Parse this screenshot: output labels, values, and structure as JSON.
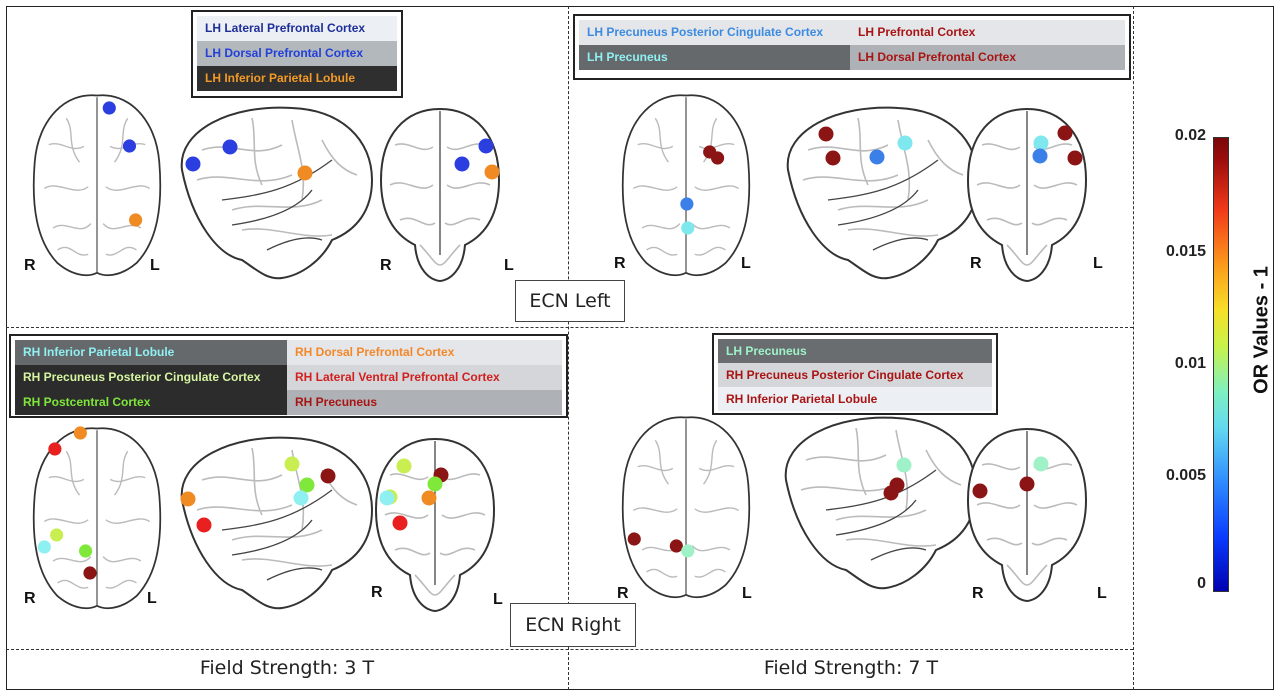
{
  "panels": {
    "ecn_left": {
      "label": "ECN Left",
      "legend_3t": [
        {
          "text": "LH Lateral Prefrontal Cortex",
          "color": "#1f2f99",
          "bg": "#eceff3"
        },
        {
          "text": "LH Dorsal Prefrontal Cortex",
          "color": "#2340d8",
          "bg": "#b3b8bd"
        },
        {
          "text": "LH Inferior Parietal Lobule",
          "color": "#f29a26",
          "bg": "#2f2f2f"
        }
      ],
      "legend_7t": [
        [
          {
            "text": "LH Precuneus Posterior Cingulate Cortex",
            "color": "#3d8be0",
            "bg": "#e4e6e9"
          },
          {
            "text": "LH Prefrontal Cortex",
            "color": "#a81414",
            "bg": "#e4e6e9"
          }
        ],
        [
          {
            "text": "LH Precuneus",
            "color": "#8ff0f2",
            "bg": "#66696c"
          },
          {
            "text": "LH Dorsal Prefrontal Cortex",
            "color": "#a81414",
            "bg": "#aeb2b6"
          }
        ]
      ]
    },
    "ecn_right": {
      "label": "ECN Right",
      "legend_3t": [
        [
          {
            "text": "RH Inferior Parietal Lobule",
            "color": "#8ff0f2",
            "bg": "#66696c"
          },
          {
            "text": "RH Dorsal Prefrontal Cortex",
            "color": "#f2882a",
            "bg": "#e4e6e9"
          }
        ],
        [
          {
            "text": "RH Precuneus Posterior Cingulate Cortex",
            "color": "#d6f5a0",
            "bg": "#2c2c2c"
          },
          {
            "text": "RH Lateral Ventral Prefrontal Cortex",
            "color": "#d21f1f",
            "bg": "#d4d6d9"
          }
        ],
        [
          {
            "text": "RH Postcentral Cortex",
            "color": "#7ee83a",
            "bg": "#2c2c2c"
          },
          {
            "text": "RH Precuneus",
            "color": "#a81414",
            "bg": "#aeb2b6"
          }
        ]
      ],
      "legend_7t": [
        {
          "text": "LH Precuneus",
          "color": "#9ff2c8",
          "bg": "#6a6d70"
        },
        {
          "text": "RH Precuneus Posterior Cingulate Cortex",
          "color": "#a81414",
          "bg": "#d4d6d9"
        },
        {
          "text": "RH Inferior Parietal Lobule",
          "color": "#a81414",
          "bg": "#eceff3"
        }
      ]
    }
  },
  "hemisphere_labels": {
    "right": "R",
    "left": "L"
  },
  "field_strength": {
    "left": "Field Strength: 3 T",
    "right": "Field Strength: 7 T"
  },
  "colorbar": {
    "title": "OR Values - 1",
    "ticks": [
      "0.02",
      "0.015",
      "0.01",
      "0.005",
      "0"
    ],
    "min": 0,
    "max": 0.02
  },
  "nodes": {
    "ecn_left_3t": [
      {
        "region": "LH Lateral Prefrontal Cortex",
        "value": 0.003
      },
      {
        "region": "LH Dorsal Prefrontal Cortex",
        "value": 0.004
      },
      {
        "region": "LH Inferior Parietal Lobule",
        "value": 0.014
      }
    ],
    "ecn_left_7t": [
      {
        "region": "LH Precuneus Posterior Cingulate Cortex",
        "value": 0.006
      },
      {
        "region": "LH Precuneus",
        "value": 0.009
      },
      {
        "region": "LH Prefrontal Cortex",
        "value": 0.019
      },
      {
        "region": "LH Dorsal Prefrontal Cortex",
        "value": 0.019
      }
    ],
    "ecn_right_3t": [
      {
        "region": "RH Inferior Parietal Lobule",
        "value": 0.009
      },
      {
        "region": "RH Dorsal Prefrontal Cortex",
        "value": 0.015
      },
      {
        "region": "RH Precuneus Posterior Cingulate Cortex",
        "value": 0.011
      },
      {
        "region": "RH Lateral Ventral Prefrontal Cortex",
        "value": 0.017
      },
      {
        "region": "RH Postcentral Cortex",
        "value": 0.011
      },
      {
        "region": "RH Precuneus",
        "value": 0.019
      }
    ],
    "ecn_right_7t": [
      {
        "region": "LH Precuneus",
        "value": 0.009
      },
      {
        "region": "RH Precuneus Posterior Cingulate Cortex",
        "value": 0.019
      },
      {
        "region": "RH Inferior Parietal Lobule",
        "value": 0.019
      }
    ]
  }
}
